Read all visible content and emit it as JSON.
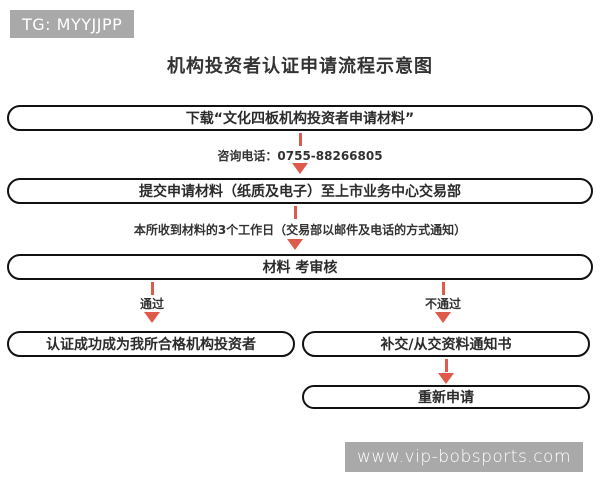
{
  "title": "机构投资者认证申请流程示意图",
  "watermarks": {
    "top": "TG: MYYJJPP",
    "bottom": "www.vip-bobsports.com"
  },
  "flow": {
    "step_download": "下载“文化四板机构投资者申请材料”",
    "note_phone": "咨询电话：0755-88266805",
    "step_submit": "提交申请材料（纸质及电子）至上市业务中心交易部",
    "note_review_time": "本所收到材料的3个工作日（交易部以邮件及电话的方式通知）",
    "step_review": "材料 考审核",
    "branch_pass": "通过",
    "branch_fail": "不通过",
    "result_pass": "认证成功成为我所合格机构投资者",
    "result_fail": "补交/从交资料通知书",
    "step_reapply": "重新申请"
  },
  "colors": {
    "arrow": "#e05a4b",
    "watermark_bg": "#a9a9a9",
    "box_border": "#111111",
    "text": "#2b2b2b"
  }
}
